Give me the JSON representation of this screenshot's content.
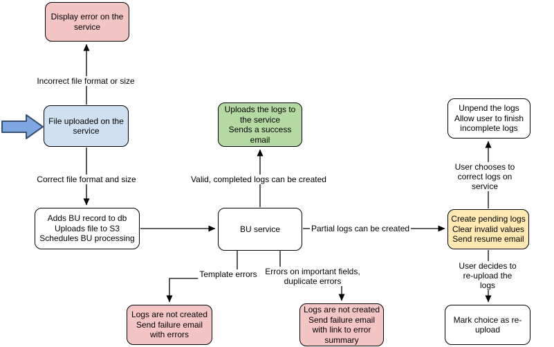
{
  "diagram": {
    "type": "flowchart",
    "background": "#ffffff",
    "colors": {
      "box_border": "#000000",
      "edge": "#000000",
      "error_fill": "#f3c5c5",
      "input_fill": "#cfe0f3",
      "success_fill": "#b5d9a3",
      "pending_fill": "#ffe9b3",
      "plain_fill": "#ffffff",
      "pointer_fill": "#7ea6e0",
      "pointer_border": "#36506e"
    },
    "icons": {
      "start_arrow": "block-arrow-right-icon"
    },
    "nodes": {
      "display_error": {
        "label": "Display error on the\nservice",
        "fill": "#f3c5c5"
      },
      "file_uploaded": {
        "label": "File uploaded on the\nservice",
        "fill": "#cfe0f3"
      },
      "adds_bu_record": {
        "label": "Adds BU record to db\nUploads file to S3\nSchedules BU processing",
        "fill": "#ffffff"
      },
      "bu_service": {
        "label": "BU service",
        "fill": "#ffffff"
      },
      "uploads_logs": {
        "label": "Uploads the logs to\nthe service\nSends a success\nemail",
        "fill": "#b5d9a3"
      },
      "unpend_logs": {
        "label": "Unpend the logs\nAllow user to finish\nincomplete logs",
        "fill": "#ffffff"
      },
      "create_pending": {
        "label": "Create pending logs\nClear invalid values\nSend resume email",
        "fill": "#ffe9b3"
      },
      "mark_choice": {
        "label": "Mark choice as re-\nupload",
        "fill": "#ffffff"
      },
      "logs_fail_errors": {
        "label": "Logs are not created\nSend failure email\nwith errors",
        "fill": "#f3c5c5"
      },
      "logs_fail_summary": {
        "label": "Logs are not created\nSend failure email\nwith link to error\nsummary",
        "fill": "#f3c5c5"
      }
    },
    "edge_labels": {
      "incorrect_format": "Incorrect file format or size",
      "correct_format": "Correct file format and size",
      "valid_completed": "Valid, completed logs can be created",
      "partial_logs": "Partial logs can be created",
      "template_errors": "Template errors",
      "important_fields": "Errors on important fields,\nduplicate errors",
      "user_chooses": "User chooses to correct logs on service",
      "user_decides": "User decides to re-upload the logs"
    }
  }
}
